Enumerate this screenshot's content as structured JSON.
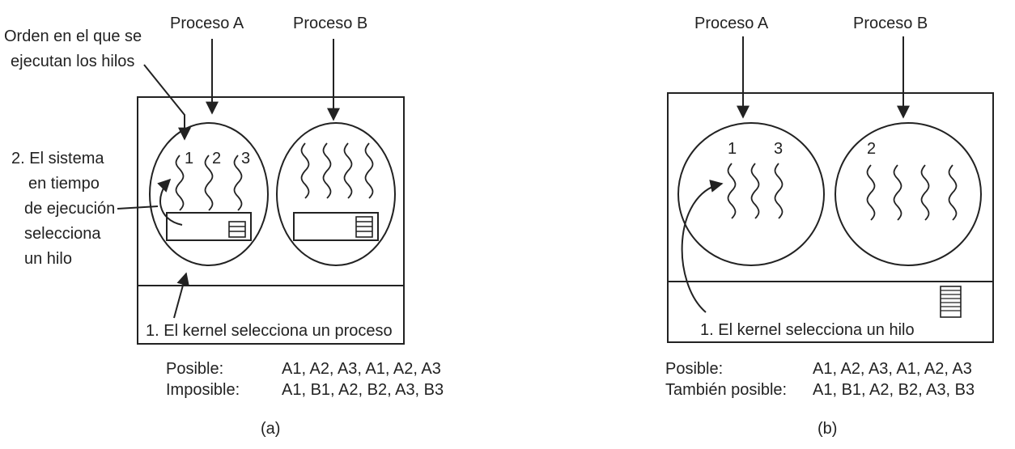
{
  "panel_a": {
    "process_a_label": "Proceso A",
    "process_b_label": "Proceso B",
    "order_note": [
      "Orden en el que se",
      "ejecutan los hilos"
    ],
    "runtime_note": [
      "2. El sistema",
      "en tiempo",
      "de ejecución",
      "selecciona",
      "un hilo"
    ],
    "thread_numbers": [
      "1",
      "2",
      "3"
    ],
    "kernel_label": "1. El kernel selecciona un proceso",
    "possible_label": "Posible:",
    "possible_seq": "A1, A2, A3, A1, A2, A3",
    "impossible_label": "Imposible:",
    "impossible_seq": "A1, B1, A2, B2, A3, B3",
    "caption": "(a)"
  },
  "panel_b": {
    "process_a_label": "Proceso A",
    "process_b_label": "Proceso B",
    "thread_numbers_a": [
      "1",
      "3"
    ],
    "thread_numbers_b": [
      "2"
    ],
    "kernel_label": "1. El kernel selecciona un hilo",
    "possible_label": "Posible:",
    "possible_seq": "A1, A2, A3, A1, A2, A3",
    "also_possible_label": "También posible:",
    "also_possible_seq": "A1, B1, A2, B2, A3, B3",
    "caption": "(b)"
  }
}
